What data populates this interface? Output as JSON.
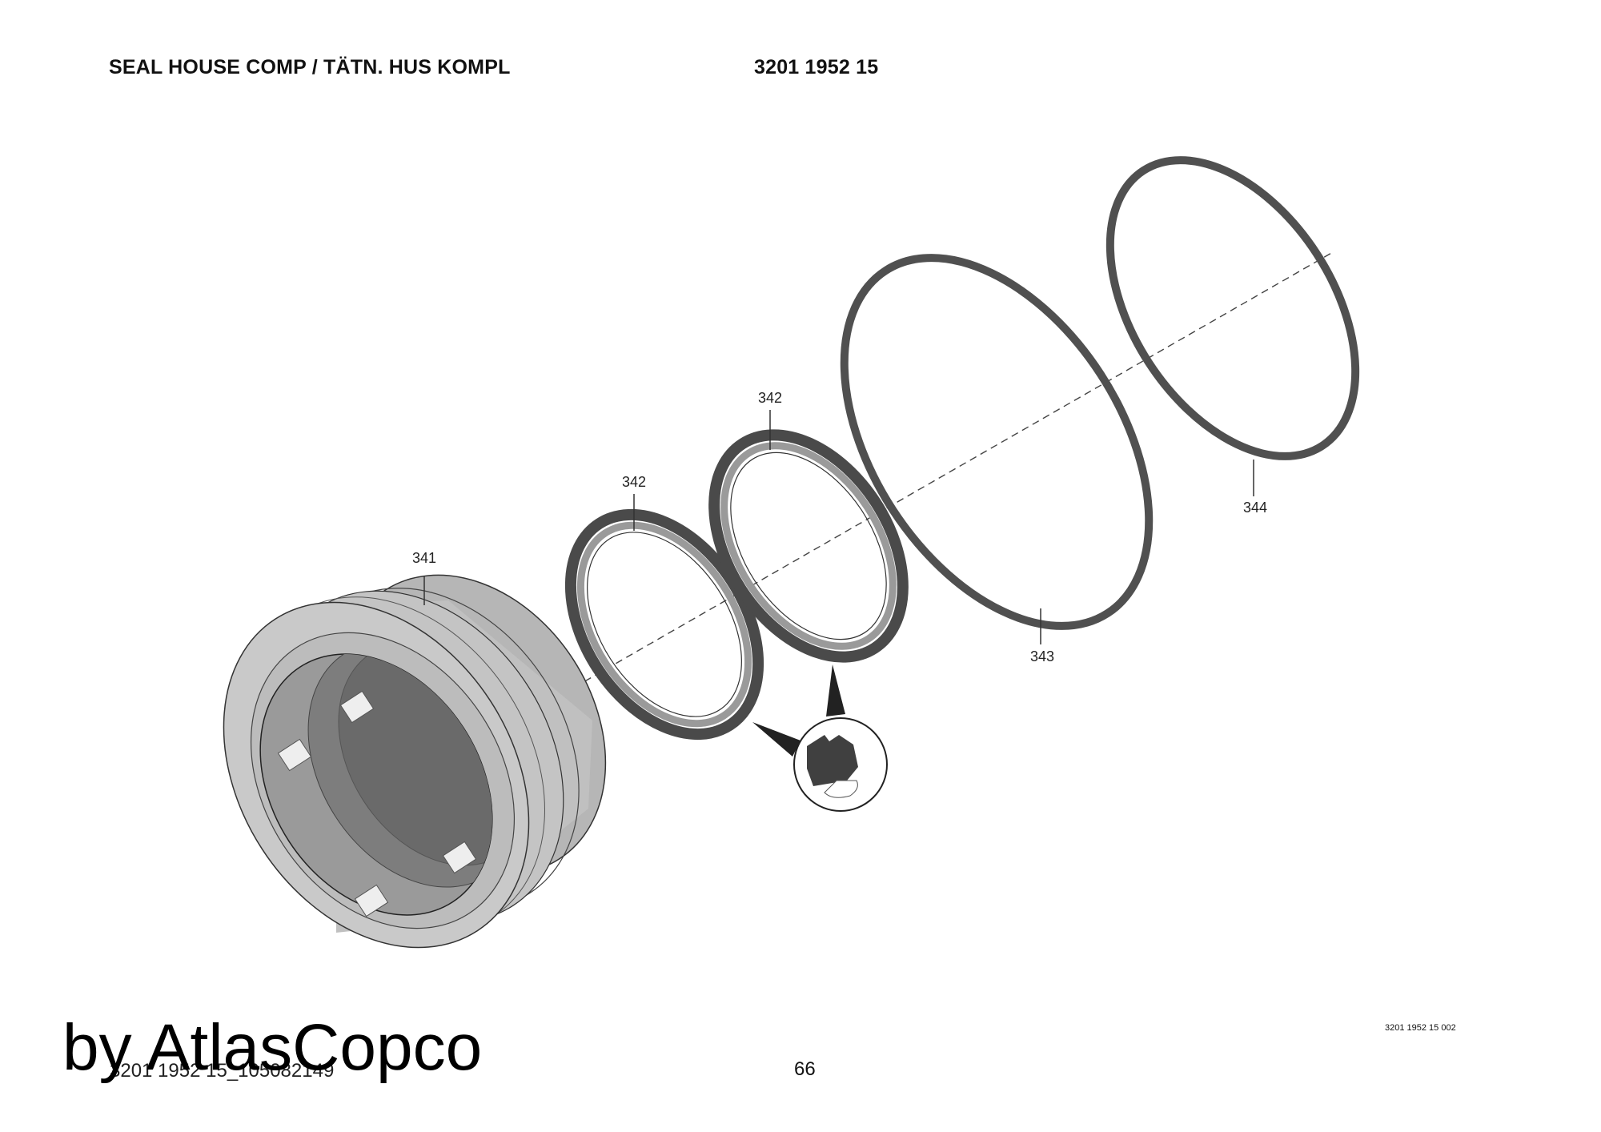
{
  "header": {
    "title": "SEAL HOUSE COMP / TÄTN. HUS KOMPL",
    "part_number": "3201 1952 15"
  },
  "callouts": {
    "c341": "341",
    "c342a": "342",
    "c342b": "342",
    "c343": "343",
    "c344": "344"
  },
  "drawing_id": "3201 1952 15 002",
  "footer": {
    "doc_ref": "3201 1952 15_105082149",
    "page": "66"
  },
  "watermark": "by AtlasCopco"
}
